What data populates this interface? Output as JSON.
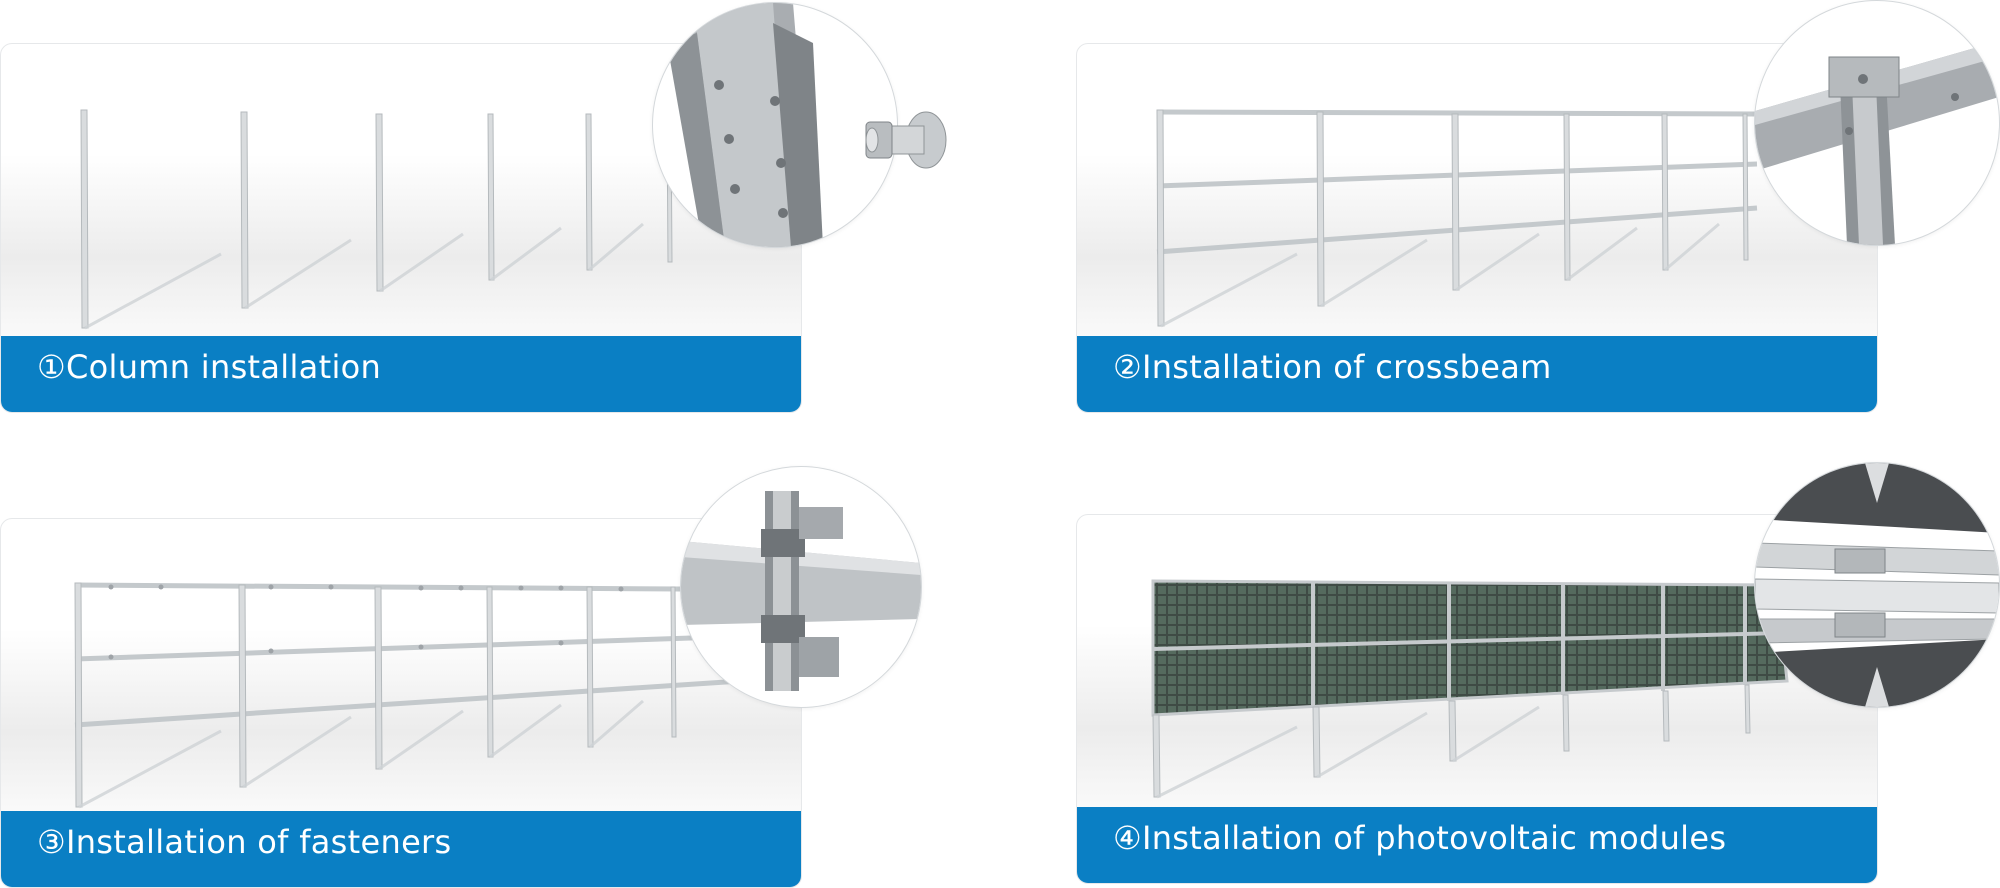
{
  "steps": [
    {
      "caption": "①Column installation"
    },
    {
      "caption": "②Installation of crossbeam"
    },
    {
      "caption": "③Installation of fasteners"
    },
    {
      "caption": "④Installation of photovoltaic modules"
    }
  ],
  "colors": {
    "caption_bar": "#0a7fc4",
    "caption_text": "#ffffff",
    "frame": "#c9cdd0"
  },
  "icons": [
    "bolt-nut-icon",
    "column-detail",
    "crossbeam-detail",
    "fastener-detail",
    "module-clamp-detail"
  ]
}
